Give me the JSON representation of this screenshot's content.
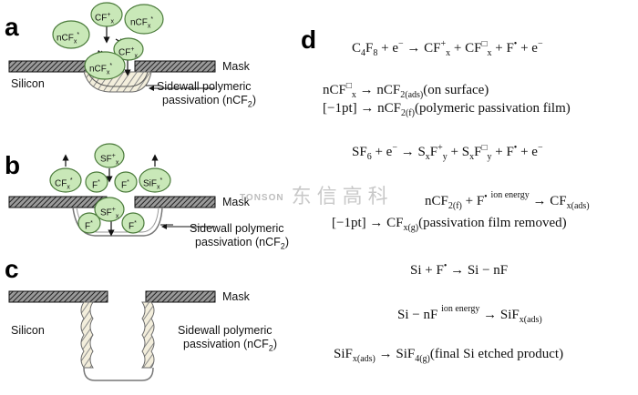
{
  "panels": {
    "a": {
      "letter": "a",
      "labels": {
        "mask": "Mask",
        "silicon": "Silicon",
        "sidewall_1": "Sidewall polymeric",
        "sidewall_2": "passivation (nCF",
        "sidewall_sub": "2",
        "sidewall_end": ")"
      },
      "species": [
        {
          "main": "CF",
          "sup": "+",
          "sub": "x"
        },
        {
          "main": "nCF",
          "sup": "*",
          "sub": "x"
        },
        {
          "main": "nCF",
          "sup": "*",
          "sub": "x"
        },
        {
          "main": "CF",
          "sup": "+",
          "sub": "x"
        },
        {
          "main": "nCF",
          "sup": "*",
          "sub": "x"
        }
      ]
    },
    "b": {
      "letter": "b",
      "labels": {
        "mask": "Mask",
        "sidewall_1": "Sidewall polymeric",
        "sidewall_2": "passivation (nCF",
        "sidewall_sub": "2",
        "sidewall_end": ")"
      },
      "species": [
        {
          "main": "SF",
          "sup": "+",
          "sub": "x"
        },
        {
          "main": "CF",
          "sup": "*",
          "sub": "x"
        },
        {
          "main": "F",
          "sup": "*",
          "sub": ""
        },
        {
          "main": "F",
          "sup": "*",
          "sub": ""
        },
        {
          "main": "SiF",
          "sup": "*",
          "sub": "x"
        },
        {
          "main": "SF",
          "sup": "+",
          "sub": "x"
        },
        {
          "main": "F",
          "sup": "*",
          "sub": ""
        },
        {
          "main": "F",
          "sup": "*",
          "sub": ""
        }
      ]
    },
    "c": {
      "letter": "c",
      "labels": {
        "mask": "Mask",
        "silicon": "Silicon",
        "sidewall_1": "Sidewall polymeric",
        "sidewall_2": "passivation (nCF",
        "sidewall_sub": "2",
        "sidewall_end": ")"
      }
    },
    "d": {
      "letter": "d"
    }
  },
  "equations": {
    "e1": {
      "a": "C",
      "a_sub": "4",
      "b": "F",
      "b_sub": "8",
      "c": " + e",
      "c_sup": "−",
      "d": " → CF",
      "d_sup": "+",
      "d_sub": "x",
      "e": " + CF",
      "e_sup": "□",
      "e_sub": "x",
      "f": " + F",
      "f_sup": "•",
      "g": " + e",
      "g_sup": "−"
    },
    "e2": {
      "a": "nCF",
      "a_sup": "□",
      "a_sub": "x",
      "b": " → nCF",
      "b_sub": "2(ads)",
      "c": "(on surface)"
    },
    "e3": {
      "a": "[−1pt] → nCF",
      "a_sub": "2(f)",
      "b": "(polymeric passivation film)"
    },
    "e4": {
      "a": "SF",
      "a_sub": "6",
      "b": " + e",
      "b_sup": "−",
      "c": " → S",
      "c_sub": "x",
      "d": "F",
      "d_sup": "+",
      "d_sub": "y",
      "e": " + S",
      "e_sub": "x",
      "f": "F",
      "f_sup": "□",
      "f_sub": "y",
      "g": " + F",
      "g_sup": "•",
      "h": " + e",
      "h_sup": "−"
    },
    "e5": {
      "a": "nCF",
      "a_sub": "2(f)",
      "b": " + F",
      "b_sup": "•",
      "ion": "ion energy",
      "c": " → CF",
      "c_sub": "x(ads)"
    },
    "e6": {
      "a": "[−1pt] → CF",
      "a_sub": "x(g)",
      "b": "(passivation film removed)"
    },
    "e7": {
      "a": "Si + F",
      "a_sup": "•",
      "b": " → Si − nF"
    },
    "e8": {
      "a": "Si − nF",
      "ion": "ion energy",
      "b": " → SiF",
      "b_sub": "x(ads)"
    },
    "e9": {
      "a": "SiF",
      "a_sub": "x(ads)",
      "b": " → SiF",
      "b_sub": "4(g)",
      "c": "(final Si etched product)"
    }
  },
  "watermark": {
    "brand": "TONSON",
    "text": "东信高科"
  },
  "colors": {
    "bubble_fill": "#c9e8b8",
    "bubble_stroke": "#4a7a3a",
    "mask_fill": "#333333",
    "passivation_fill": "#e8e0c8"
  }
}
